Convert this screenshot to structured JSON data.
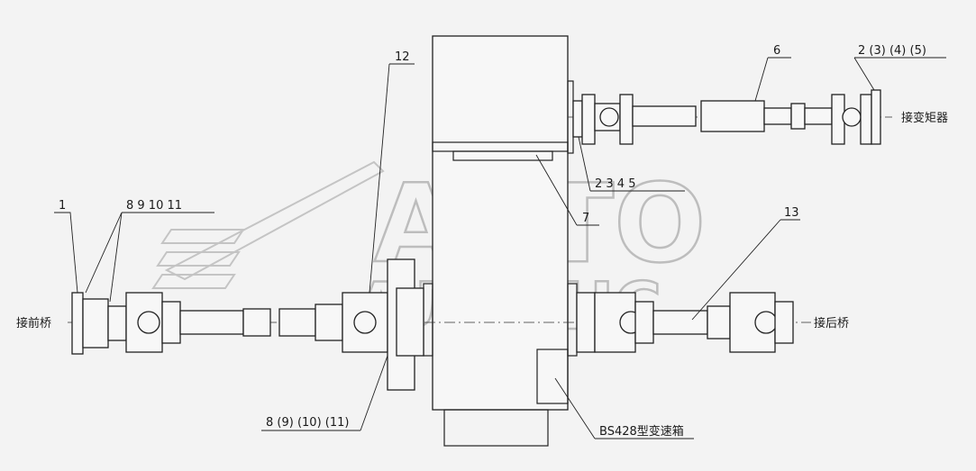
{
  "watermark": {
    "line1": "АВТО",
    "line2": "АЛЬЯНС"
  },
  "labels": {
    "p1": "1",
    "p8_11_top": "8   9   10   11",
    "p12": "12",
    "p6": "6",
    "p2_5_top": "2  (3)  (4)  (5)",
    "p2_5_mid": "2   3   4   5",
    "p7": "7",
    "p13": "13",
    "p8_11_bottom": "8  (9) (10) (11)"
  },
  "annotations": {
    "front_axle": "接前桥",
    "rear_axle": "接后桥",
    "torque_converter": "接变矩器",
    "gearbox": "BS428型变速箱"
  }
}
